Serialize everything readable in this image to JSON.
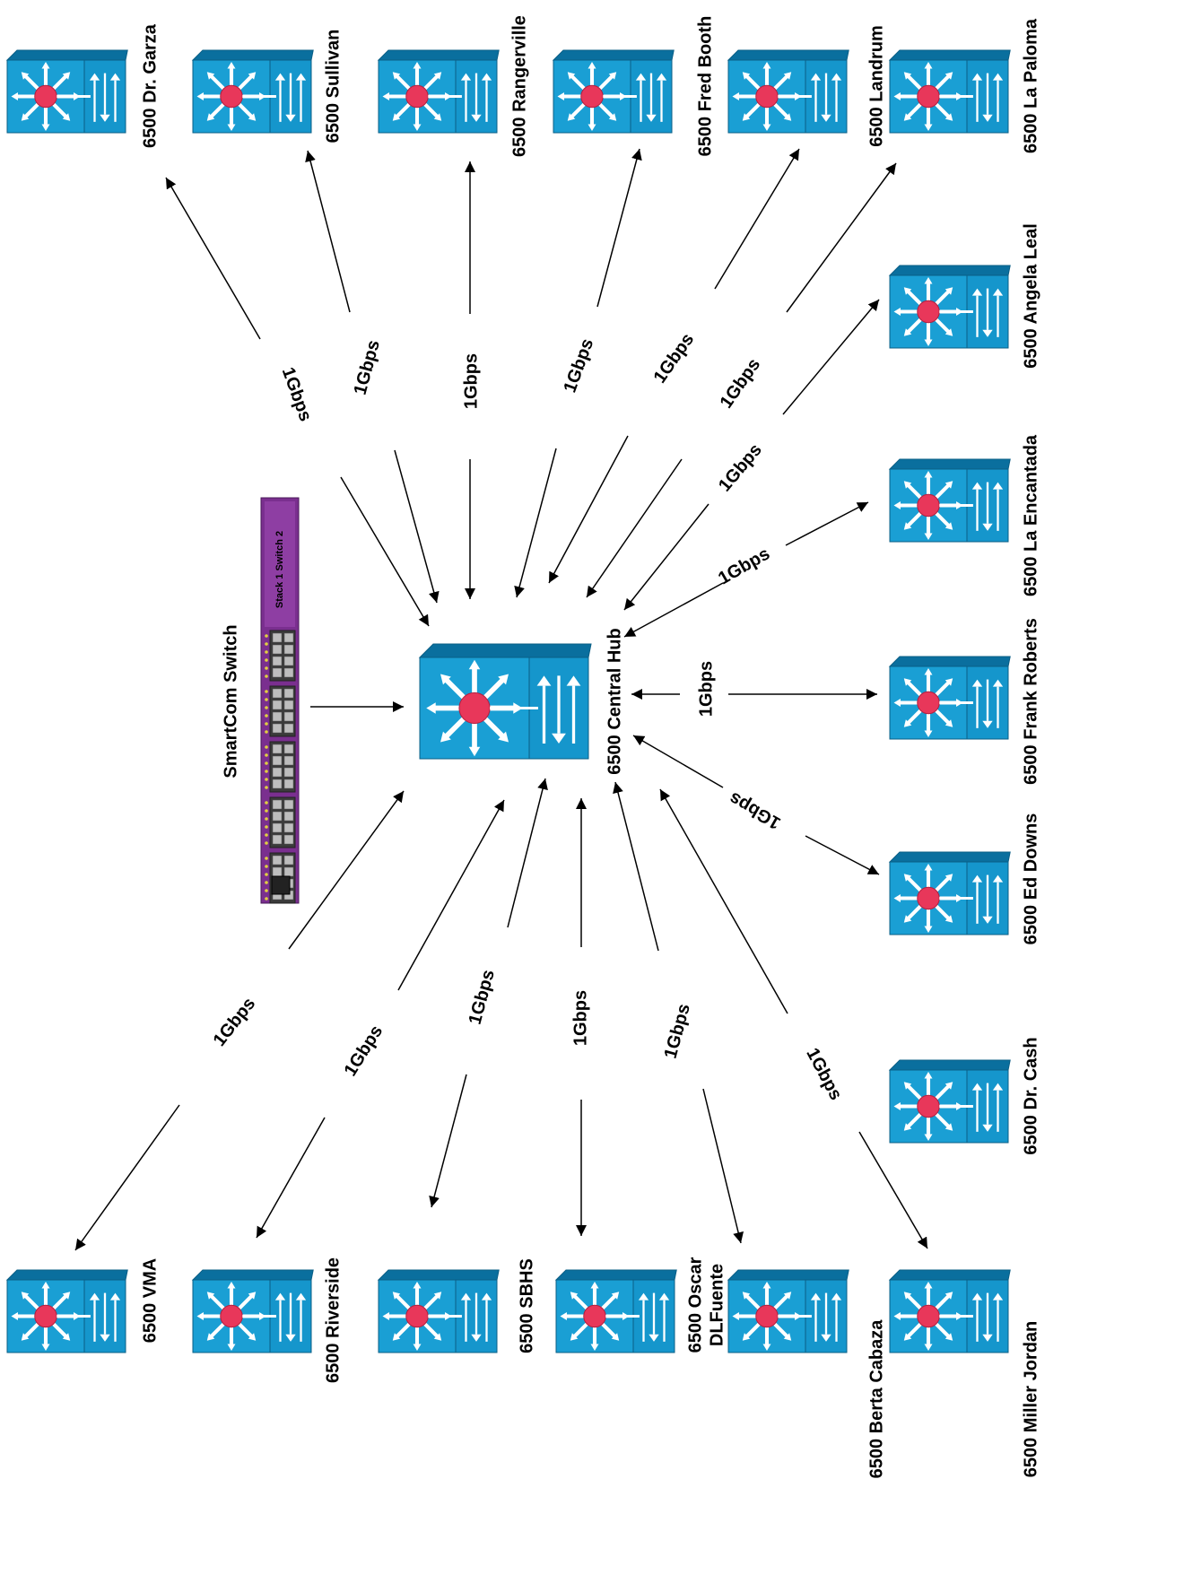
{
  "hub": {
    "label": "6500 Central Hub"
  },
  "smartcom": {
    "label": "SmartCom Switch",
    "panel_text": "Stack 1 Switch 2"
  },
  "colors": {
    "switch_face": "#1a9fd4",
    "switch_dark": "#0a6f9e",
    "router_center": "#e8375a",
    "smartcom_body": "#7a2f8f"
  },
  "sites": [
    {
      "id": "dr-garza",
      "label": "6500 Dr. Garza",
      "link": "1Gbps"
    },
    {
      "id": "sullivan",
      "label": "6500 Sullivan",
      "link": "1Gbps"
    },
    {
      "id": "rangerville",
      "label": "6500 Rangerville",
      "link": "1Gbps"
    },
    {
      "id": "fred-booth",
      "label": "6500 Fred Booth",
      "link": "1Gbps"
    },
    {
      "id": "landrum",
      "label": "6500 Landrum",
      "link": "1Gbps"
    },
    {
      "id": "la-paloma",
      "label": "6500 La Paloma",
      "link": "1Gbps"
    },
    {
      "id": "angela-leal",
      "label": "6500 Angela Leal",
      "link": "1Gbps"
    },
    {
      "id": "la-encantada",
      "label": "6500 La Encantada",
      "link": "1Gbps"
    },
    {
      "id": "frank-roberts",
      "label": "6500 Frank Roberts",
      "link": "1Gbps"
    },
    {
      "id": "ed-downs",
      "label": "6500 Ed Downs",
      "link": "1Gbps"
    },
    {
      "id": "dr-cash",
      "label": "6500 Dr. Cash",
      "link": ""
    },
    {
      "id": "miller-jordan",
      "label": "6500 Miller Jordan",
      "link": "1Gbps"
    },
    {
      "id": "berta-cabaza",
      "label": "6500 Berta Cabaza",
      "link": "1Gbps"
    },
    {
      "id": "oscar-dlfuente",
      "label": "6500 Oscar DLFuente",
      "link": "1Gbps"
    },
    {
      "id": "sbhs",
      "label": "6500 SBHS",
      "link": "1Gbps"
    },
    {
      "id": "riverside",
      "label": "6500 Riverside",
      "link": "1Gbps"
    },
    {
      "id": "vma",
      "label": "6500 VMA",
      "link": "1Gbps"
    }
  ]
}
